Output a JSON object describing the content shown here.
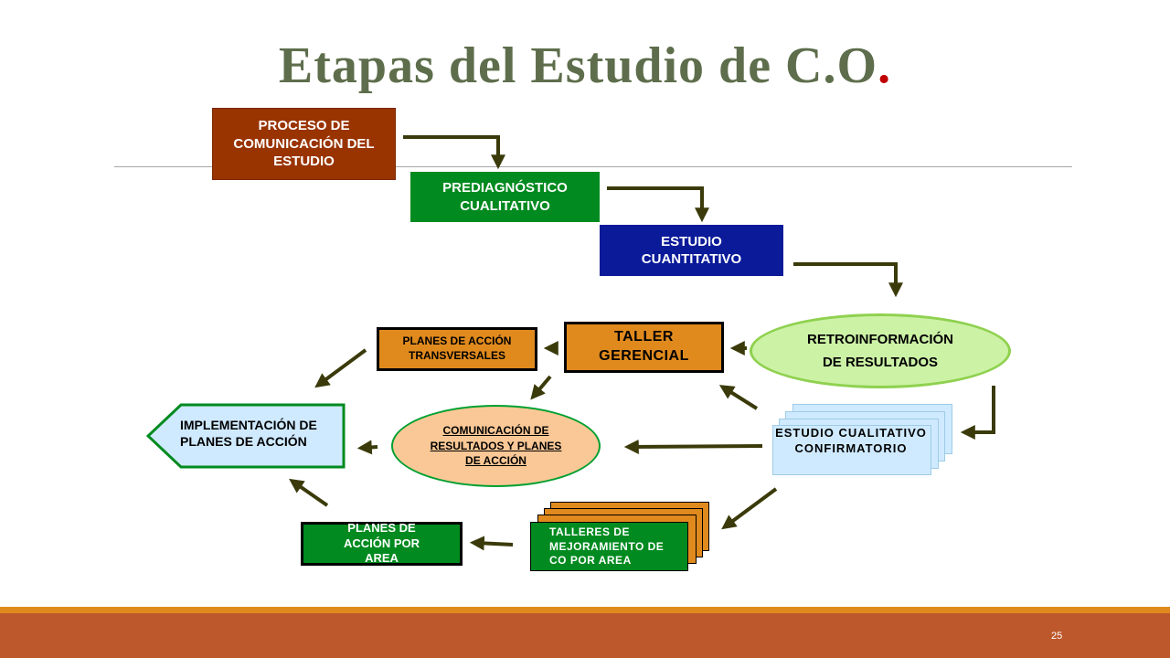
{
  "slide": {
    "title": "Etapas del Estudio de C.O",
    "title_dot": ".",
    "page_number": "25"
  },
  "nodes": {
    "proceso": "PROCESO DE COMUNICACIÓN DEL ESTUDIO",
    "prediagnostico": "PREDIAGNÓSTICO CUALITATIVO",
    "cuantitativo": "ESTUDIO CUANTITATIVO",
    "retroinformacion_1": "RETROINFORMACIÓN",
    "retroinformacion_2": "DE RESULTADOS",
    "taller_gerencial": "TALLER GERENCIAL",
    "planes_transversales": "PLANES DE ACCIÓN TRANSVERSALES",
    "implementacion": "IMPLEMENTACIÓN DE PLANES DE ACCIÓN",
    "comunicacion": "COMUNICACIÓN DE RESULTADOS Y PLANES DE ACCIÓN",
    "confirmatorio": "ESTUDIO CUALITATIVO CONFIRMATORIO",
    "talleres": "TALLERES DE MEJORAMIENTO DE CO POR AREA",
    "planes_area": "PLANES DE ACCIÓN POR AREA"
  },
  "colors": {
    "title": "#5e6e4c",
    "brown": "#993300",
    "green": "#008a1f",
    "blue": "#0a1a99",
    "orange": "#e08a1e",
    "light_green": "#ccf2a6",
    "peach": "#fac896",
    "light_blue": "#cfeaff",
    "arrow": "#3a3a0a",
    "footer": "#bd582c"
  }
}
